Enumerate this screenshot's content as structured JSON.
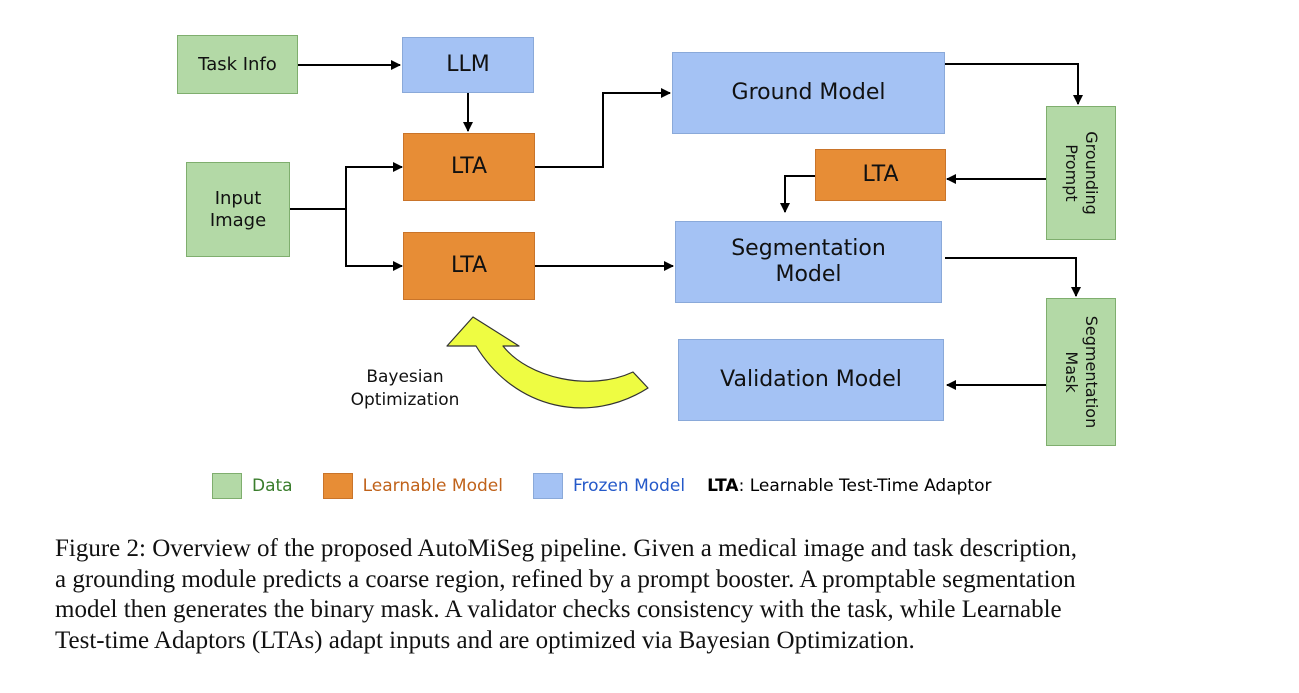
{
  "diagram": {
    "nodes": {
      "task_info": "Task Info",
      "llm": "LLM",
      "input_image_line1": "Input",
      "input_image_line2": "Image",
      "lta_top": "LTA",
      "lta_bottom": "LTA",
      "lta_right": "LTA",
      "ground_model": "Ground Model",
      "segmentation_model_line1": "Segmentation",
      "segmentation_model_line2": "Model",
      "validation_model": "Validation Model",
      "grounding_prompt_line1": "Grounding",
      "grounding_prompt_line2": "Prompt",
      "segmentation_mask_line1": "Segmentation",
      "segmentation_mask_line2": "Mask"
    },
    "feedback_label_line1": "Bayesian",
    "feedback_label_line2": "Optimization",
    "legend": {
      "data": "Data",
      "learnable": "Learnable Model",
      "frozen": "Frozen Model",
      "lta_abbr": "LTA",
      "lta_desc": ": Learnable Test-Time Adaptor"
    },
    "colors": {
      "data": "#b3d9a6",
      "learnable": "#e78d36",
      "frozen": "#a4c2f4",
      "feedback_arrow": "#eefc42",
      "legend_data_text": "#3a7d2c",
      "legend_learnable_text": "#c0621a",
      "legend_frozen_text": "#2459c9"
    }
  },
  "caption": {
    "lines": [
      "Figure 2: Overview of the proposed AutoMiSeg pipeline. Given a medical image and task description,",
      "a grounding module predicts a coarse region, refined by a prompt booster. A promptable segmentation",
      "model then generates the binary mask. A validator checks consistency with the task, while Learnable",
      "Test-time Adaptors (LTAs) adapt inputs and are optimized via Bayesian Optimization."
    ]
  }
}
